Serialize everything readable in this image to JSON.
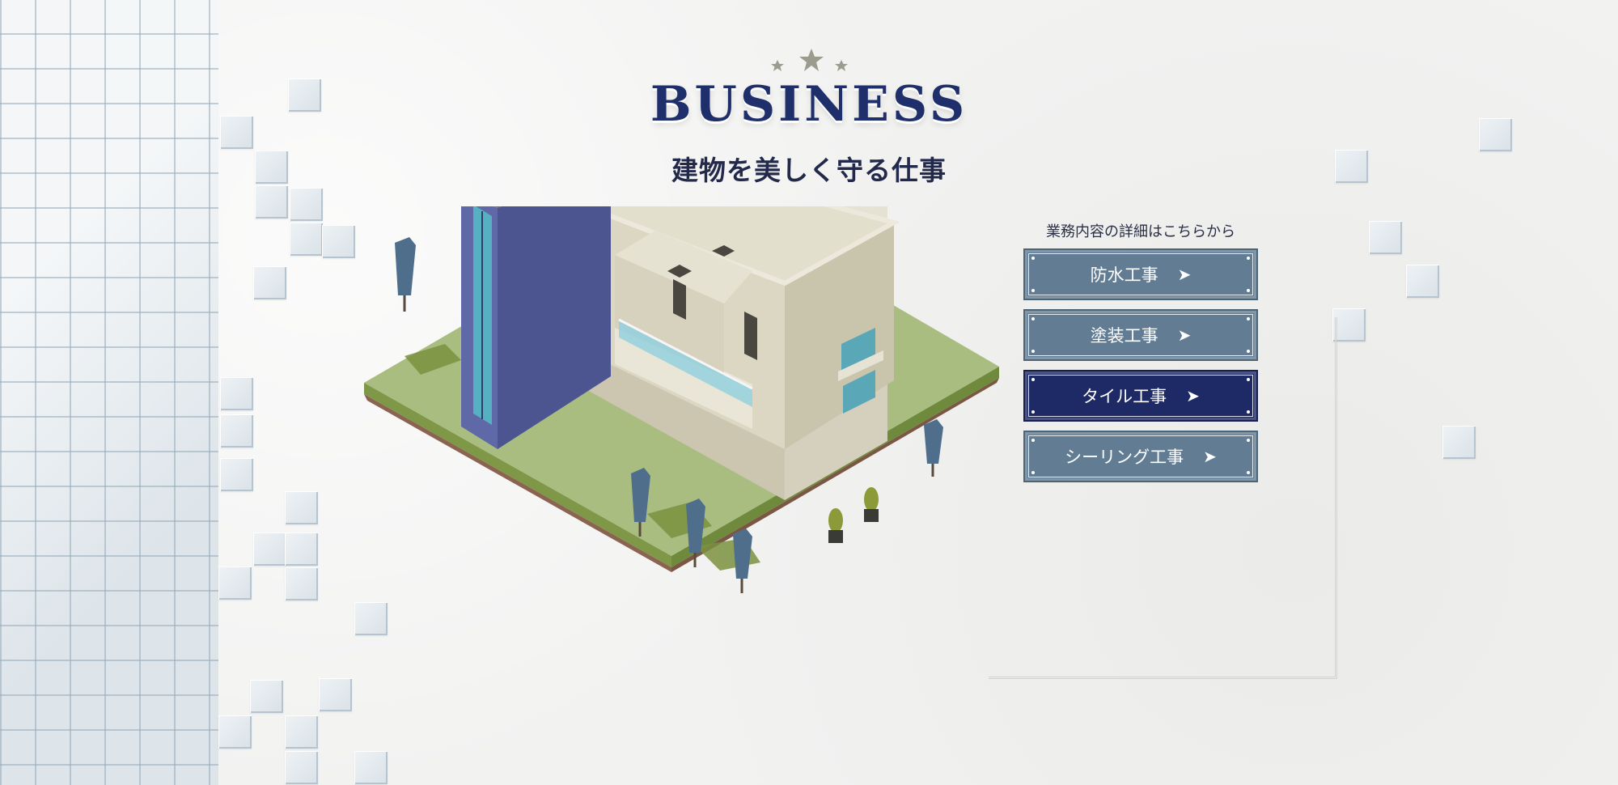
{
  "section": {
    "title": "BUSINESS",
    "subtitle": "建物を美しく守る仕事"
  },
  "details": {
    "caption": "業務内容の詳細はこちらから"
  },
  "services": [
    {
      "label": "防水工事",
      "arrow": "➤",
      "active": false
    },
    {
      "label": "塗装工事",
      "arrow": "➤",
      "active": false
    },
    {
      "label": "タイル工事",
      "arrow": "➤",
      "active": true
    },
    {
      "label": "シーリング工事",
      "arrow": "➤",
      "active": false
    }
  ],
  "colors": {
    "accent_navy": "#1e2a66",
    "button_slate": "#627d93",
    "title_navy": "#1e2f6b",
    "star_gray": "#9b9b8e"
  },
  "icons": [
    "star-icon",
    "arrow-right-icon",
    "building-illustration",
    "tree-icon"
  ]
}
